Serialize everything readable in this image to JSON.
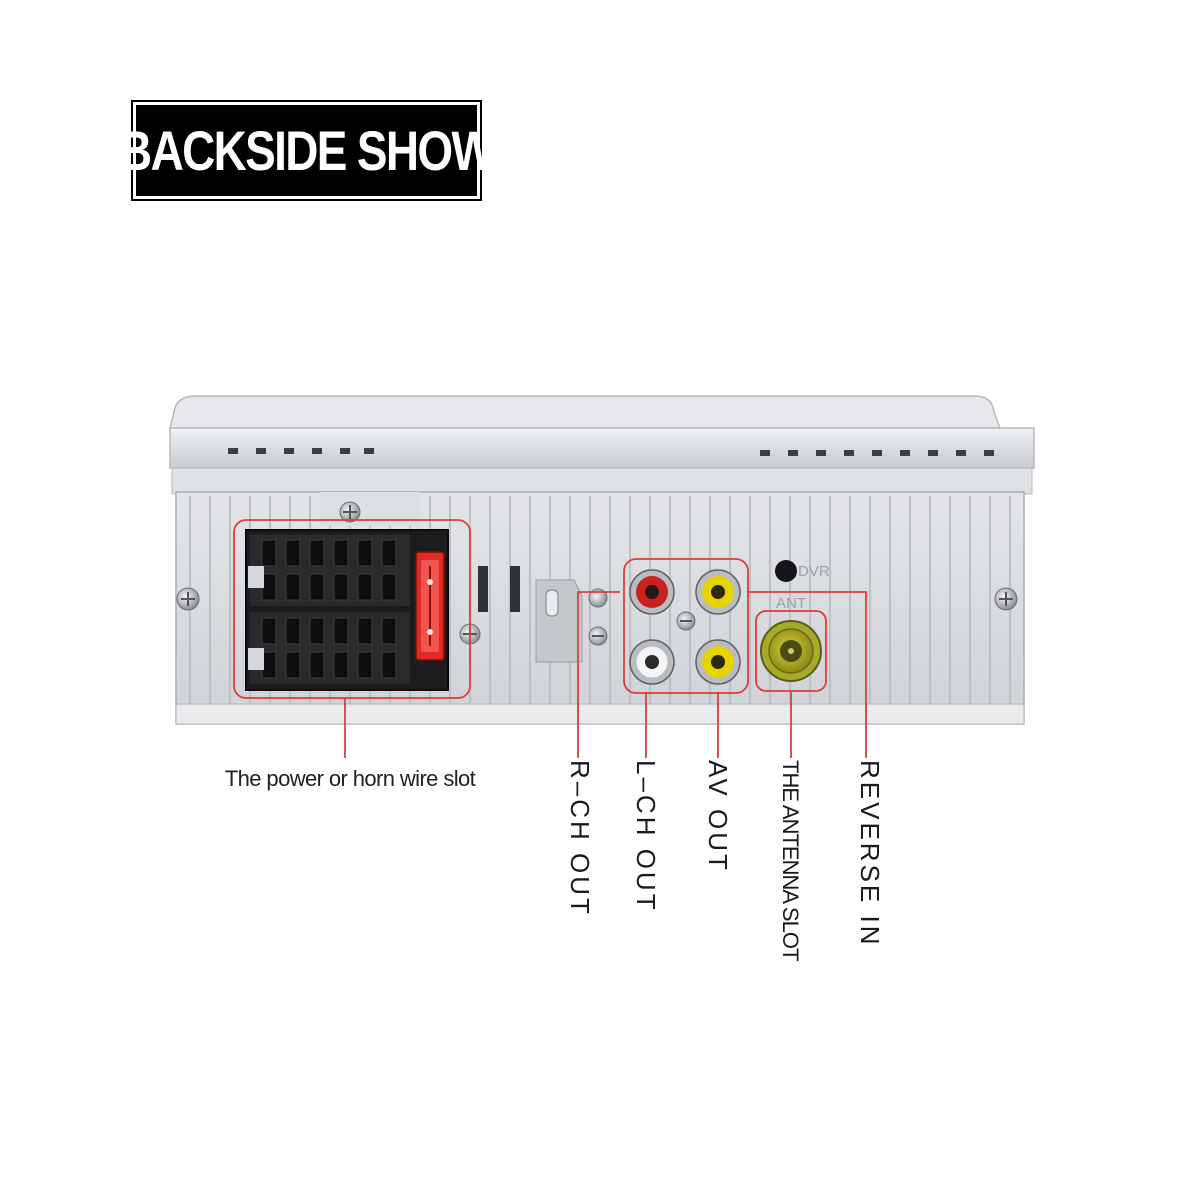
{
  "title": "BACKSIDE SHOW",
  "labels": {
    "power_slot": "The power or horn wire slot",
    "r_ch_out": "R–CH OUT",
    "l_ch_out": "L–CH OUT",
    "av_out": "AV OUT",
    "antenna_slot": "THE ANTENNA SLOT",
    "reverse_in": "REVERSE IN"
  },
  "panel_markings": {
    "dvr": "DVR",
    "ant": "ANT"
  },
  "colors": {
    "highlight": "#d9403a",
    "rca_red": "#c8211f",
    "rca_white": "#f4f4f4",
    "rca_yellow": "#e8d200",
    "antenna": "#b4b01e",
    "chassis": "#d6d9dc"
  }
}
